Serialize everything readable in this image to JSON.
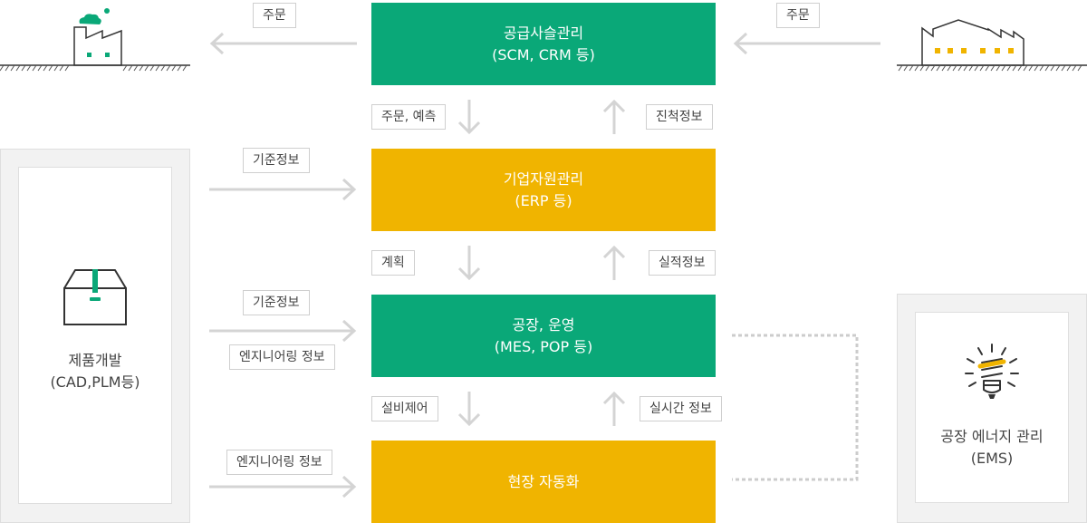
{
  "boxes": {
    "scm": {
      "line1": "공급사슬관리",
      "line2": "(SCM, CRM 등)"
    },
    "erp": {
      "line1": "기업자원관리",
      "line2": "(ERP 등)"
    },
    "mes": {
      "line1": "공장, 운영",
      "line2": "(MES, POP 등)"
    },
    "auto": {
      "line1": "현장 자동화"
    }
  },
  "tags": {
    "order_left": "주문",
    "order_right": "주문",
    "order_forecast": "주문, 예측",
    "progress_info": "진척정보",
    "standard_info_1": "기준정보",
    "plan": "계획",
    "result_info": "실적정보",
    "standard_info_2": "기준정보",
    "engineering_info_1": "엔지니어링 정보",
    "equipment_control": "설비제어",
    "realtime_info": "실시간 정보",
    "engineering_info_2": "엔지니어링 정보"
  },
  "panels": {
    "product_dev": {
      "line1": "제품개발",
      "line2": "(CAD,PLM등)"
    },
    "ems": {
      "line1": "공장 에너지 관리",
      "line2": "(EMS)"
    }
  },
  "colors": {
    "green": "#0aa878",
    "yellow": "#f0b400",
    "arrow": "#d4d4d4"
  }
}
